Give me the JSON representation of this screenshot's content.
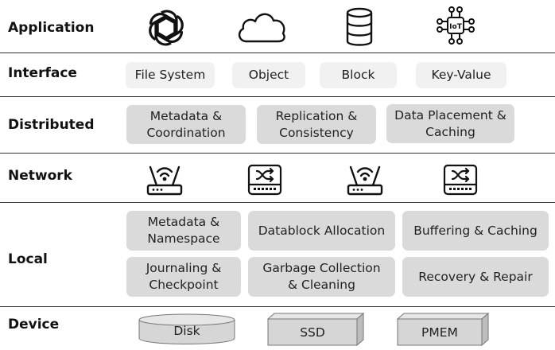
{
  "layers": {
    "application": {
      "label": "Application",
      "icons": [
        "openai-icon",
        "cloud-icon",
        "database-icon",
        "iot-icon"
      ]
    },
    "interface": {
      "label": "Interface",
      "items": [
        "File System",
        "Object",
        "Block",
        "Key-Value"
      ]
    },
    "distributed": {
      "label": "Distributed",
      "items": [
        [
          "Metadata &",
          "Coordination"
        ],
        [
          "Replication &",
          "Consistency"
        ],
        [
          "Data Placement &",
          "Caching"
        ]
      ]
    },
    "network": {
      "label": "Network",
      "icons": [
        "router-icon",
        "switch-icon",
        "router-icon",
        "switch-icon"
      ]
    },
    "local": {
      "label": "Local",
      "items": [
        [
          "Metadata &",
          "Namespace"
        ],
        [
          "Datablock Allocation"
        ],
        [
          "Buffering & Caching"
        ],
        [
          "Journaling &",
          "Checkpoint"
        ],
        [
          "Garbage Collection",
          "& Cleaning"
        ],
        [
          "Recovery & Repair"
        ]
      ]
    },
    "device": {
      "label": "Device",
      "items": [
        "Disk",
        "SSD",
        "PMEM"
      ]
    }
  },
  "colors": {
    "light_box": "#f1f1f1",
    "dark_box": "#dadada",
    "divider": "#333333",
    "icon": "#111111"
  }
}
